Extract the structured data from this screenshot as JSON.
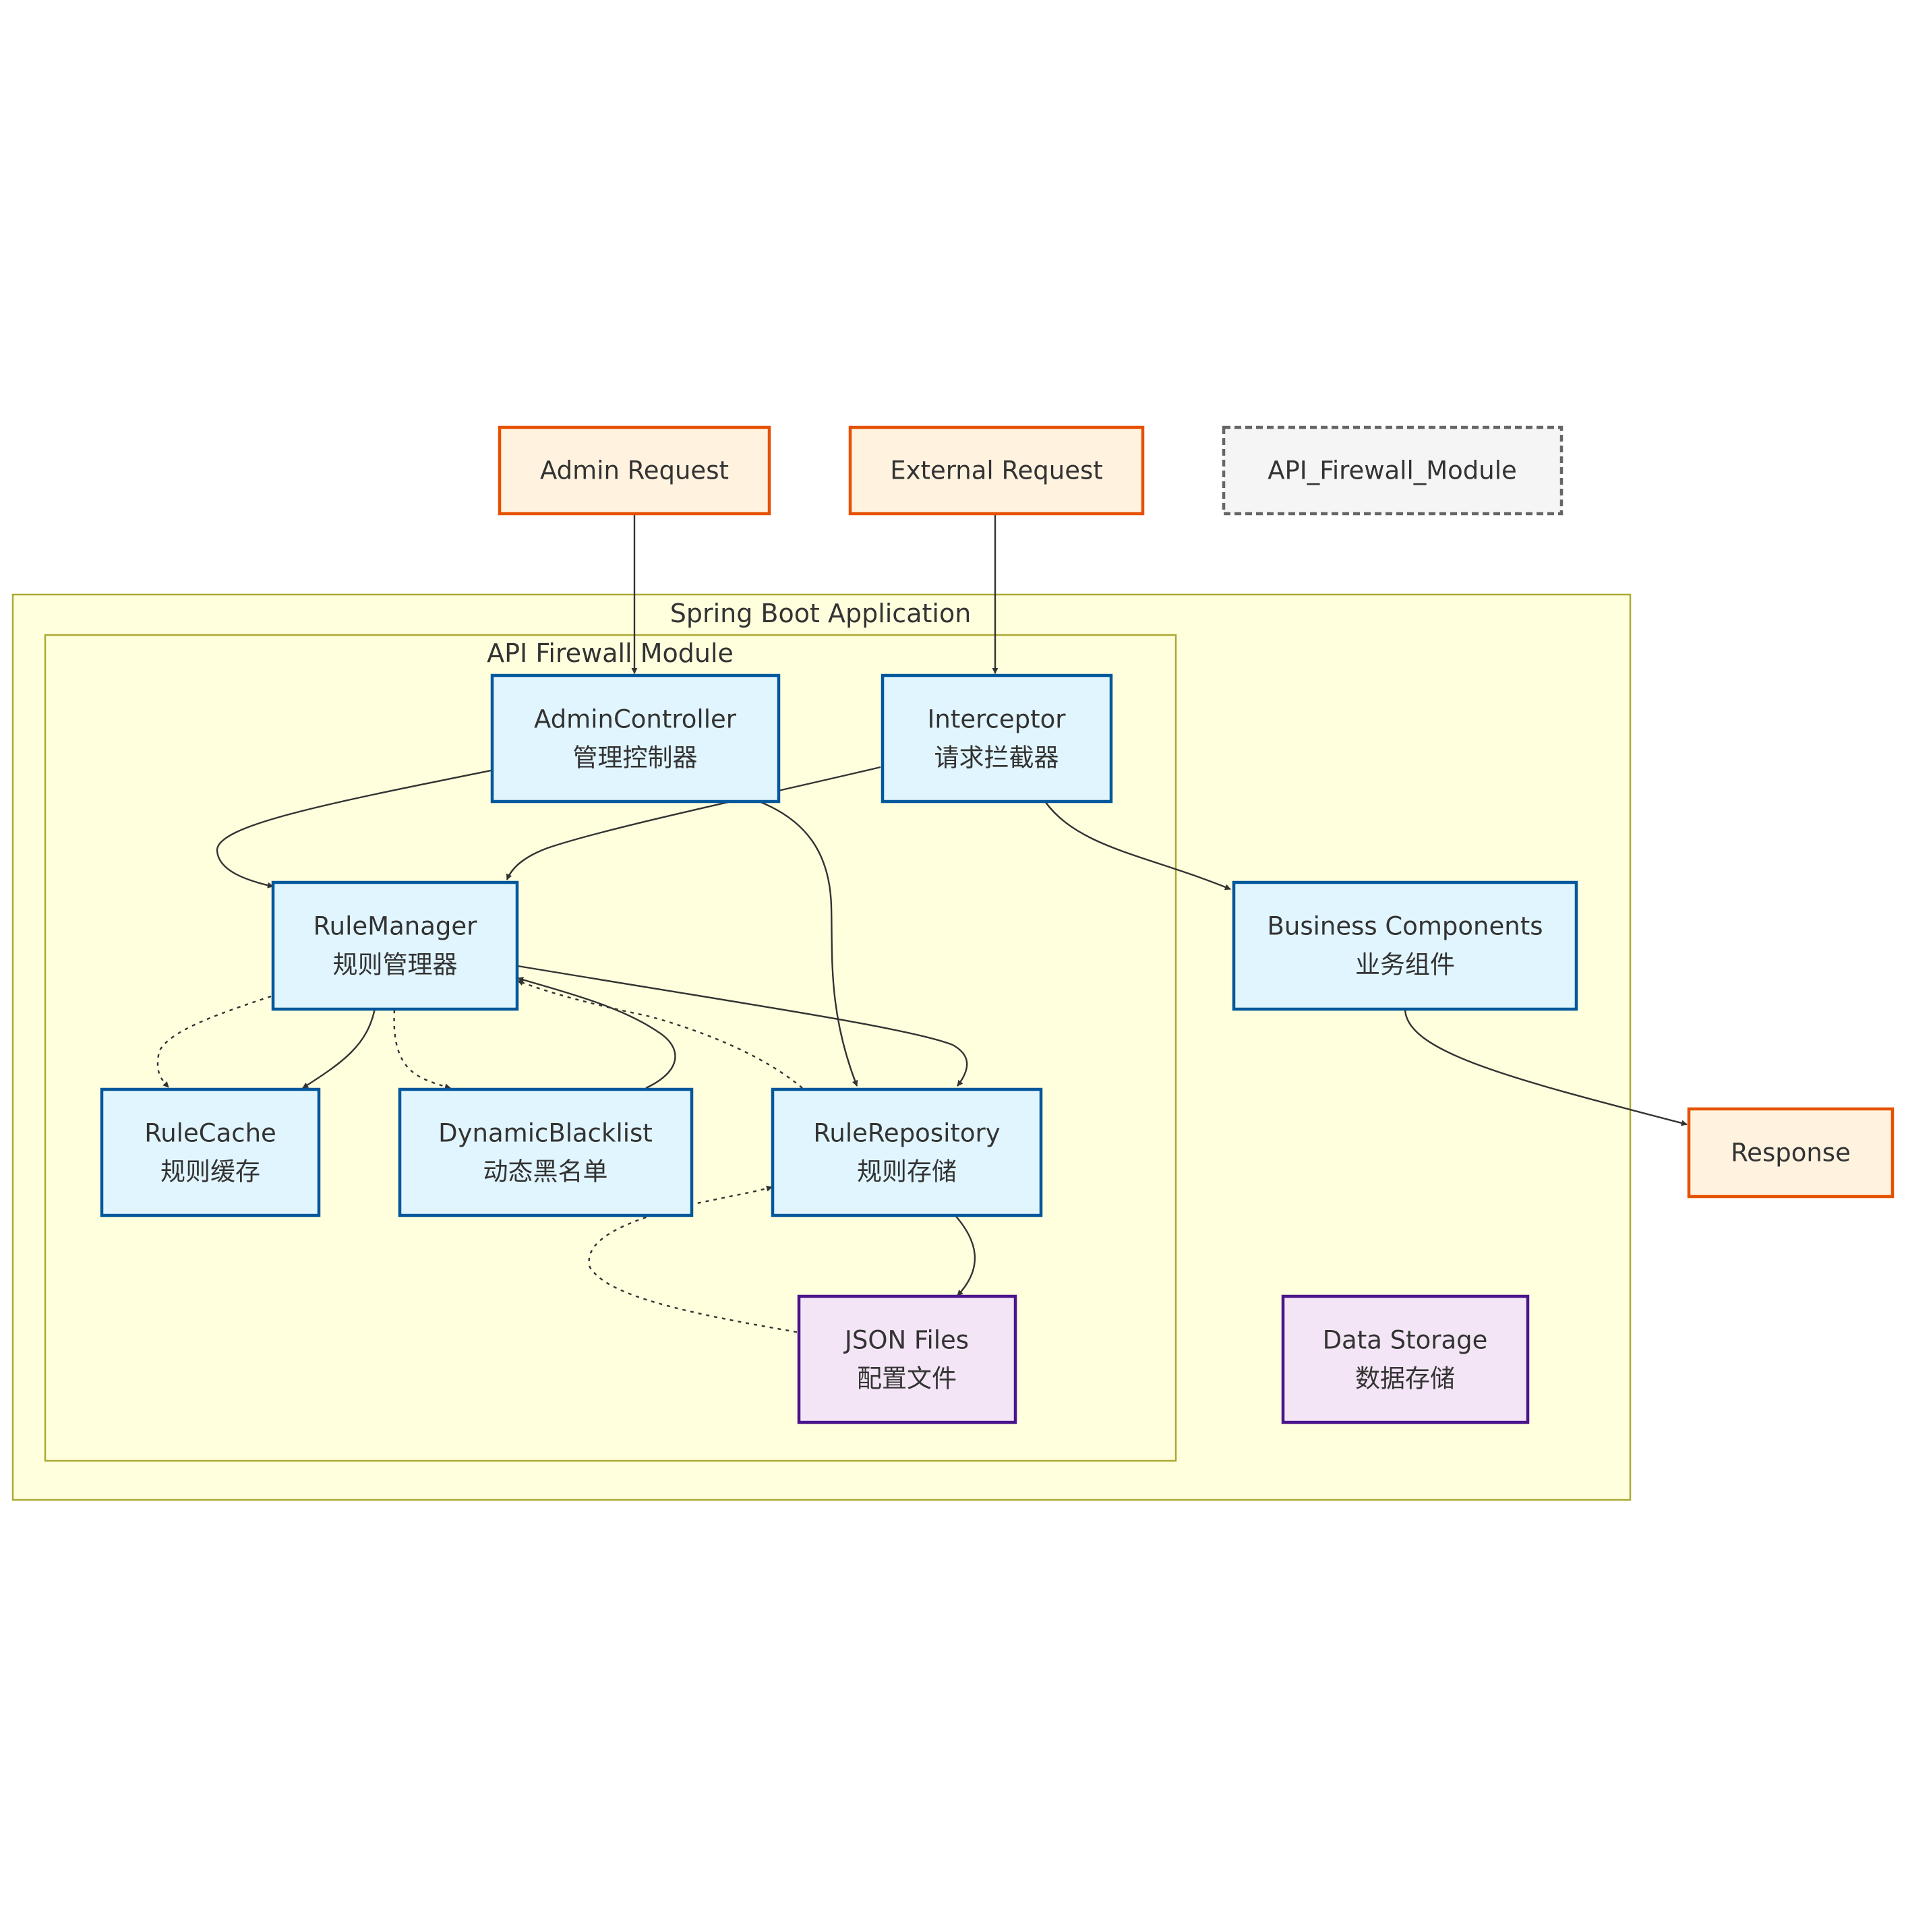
{
  "diagram": {
    "clusters": {
      "spring_boot": {
        "title": "Spring Boot Application"
      },
      "firewall": {
        "title": "API Firewall Module"
      }
    },
    "nodes": {
      "admin_request": {
        "label": "Admin Request"
      },
      "external_request": {
        "label": "External Request"
      },
      "legend_module": {
        "label": "API_Firewall_Module"
      },
      "admin_controller": {
        "line1": "AdminController",
        "line2": "管理控制器"
      },
      "interceptor": {
        "line1": "Interceptor",
        "line2": "请求拦截器"
      },
      "rule_manager": {
        "line1": "RuleManager",
        "line2": "规则管理器"
      },
      "business_components": {
        "line1": "Business Components",
        "line2": "业务组件"
      },
      "rule_cache": {
        "line1": "RuleCache",
        "line2": "规则缓存"
      },
      "dynamic_blacklist": {
        "line1": "DynamicBlacklist",
        "line2": "动态黑名单"
      },
      "rule_repository": {
        "line1": "RuleRepository",
        "line2": "规则存储"
      },
      "response": {
        "label": "Response"
      },
      "json_files": {
        "line1": "JSON Files",
        "line2": "配置文件"
      },
      "data_storage": {
        "line1": "Data Storage",
        "line2": "数据存储"
      }
    },
    "colors": {
      "cluster_fill": "#ffffde",
      "cluster_stroke": "#aaaa33",
      "component_fill": "#e1f5fe",
      "component_stroke": "#01579b",
      "request_fill": "#fff3e0",
      "request_stroke": "#e65100",
      "storage_fill": "#f3e5f5",
      "storage_stroke": "#4a148c",
      "legend_fill": "#f5f5f5",
      "legend_stroke": "#666666",
      "edge": "#333333"
    }
  }
}
